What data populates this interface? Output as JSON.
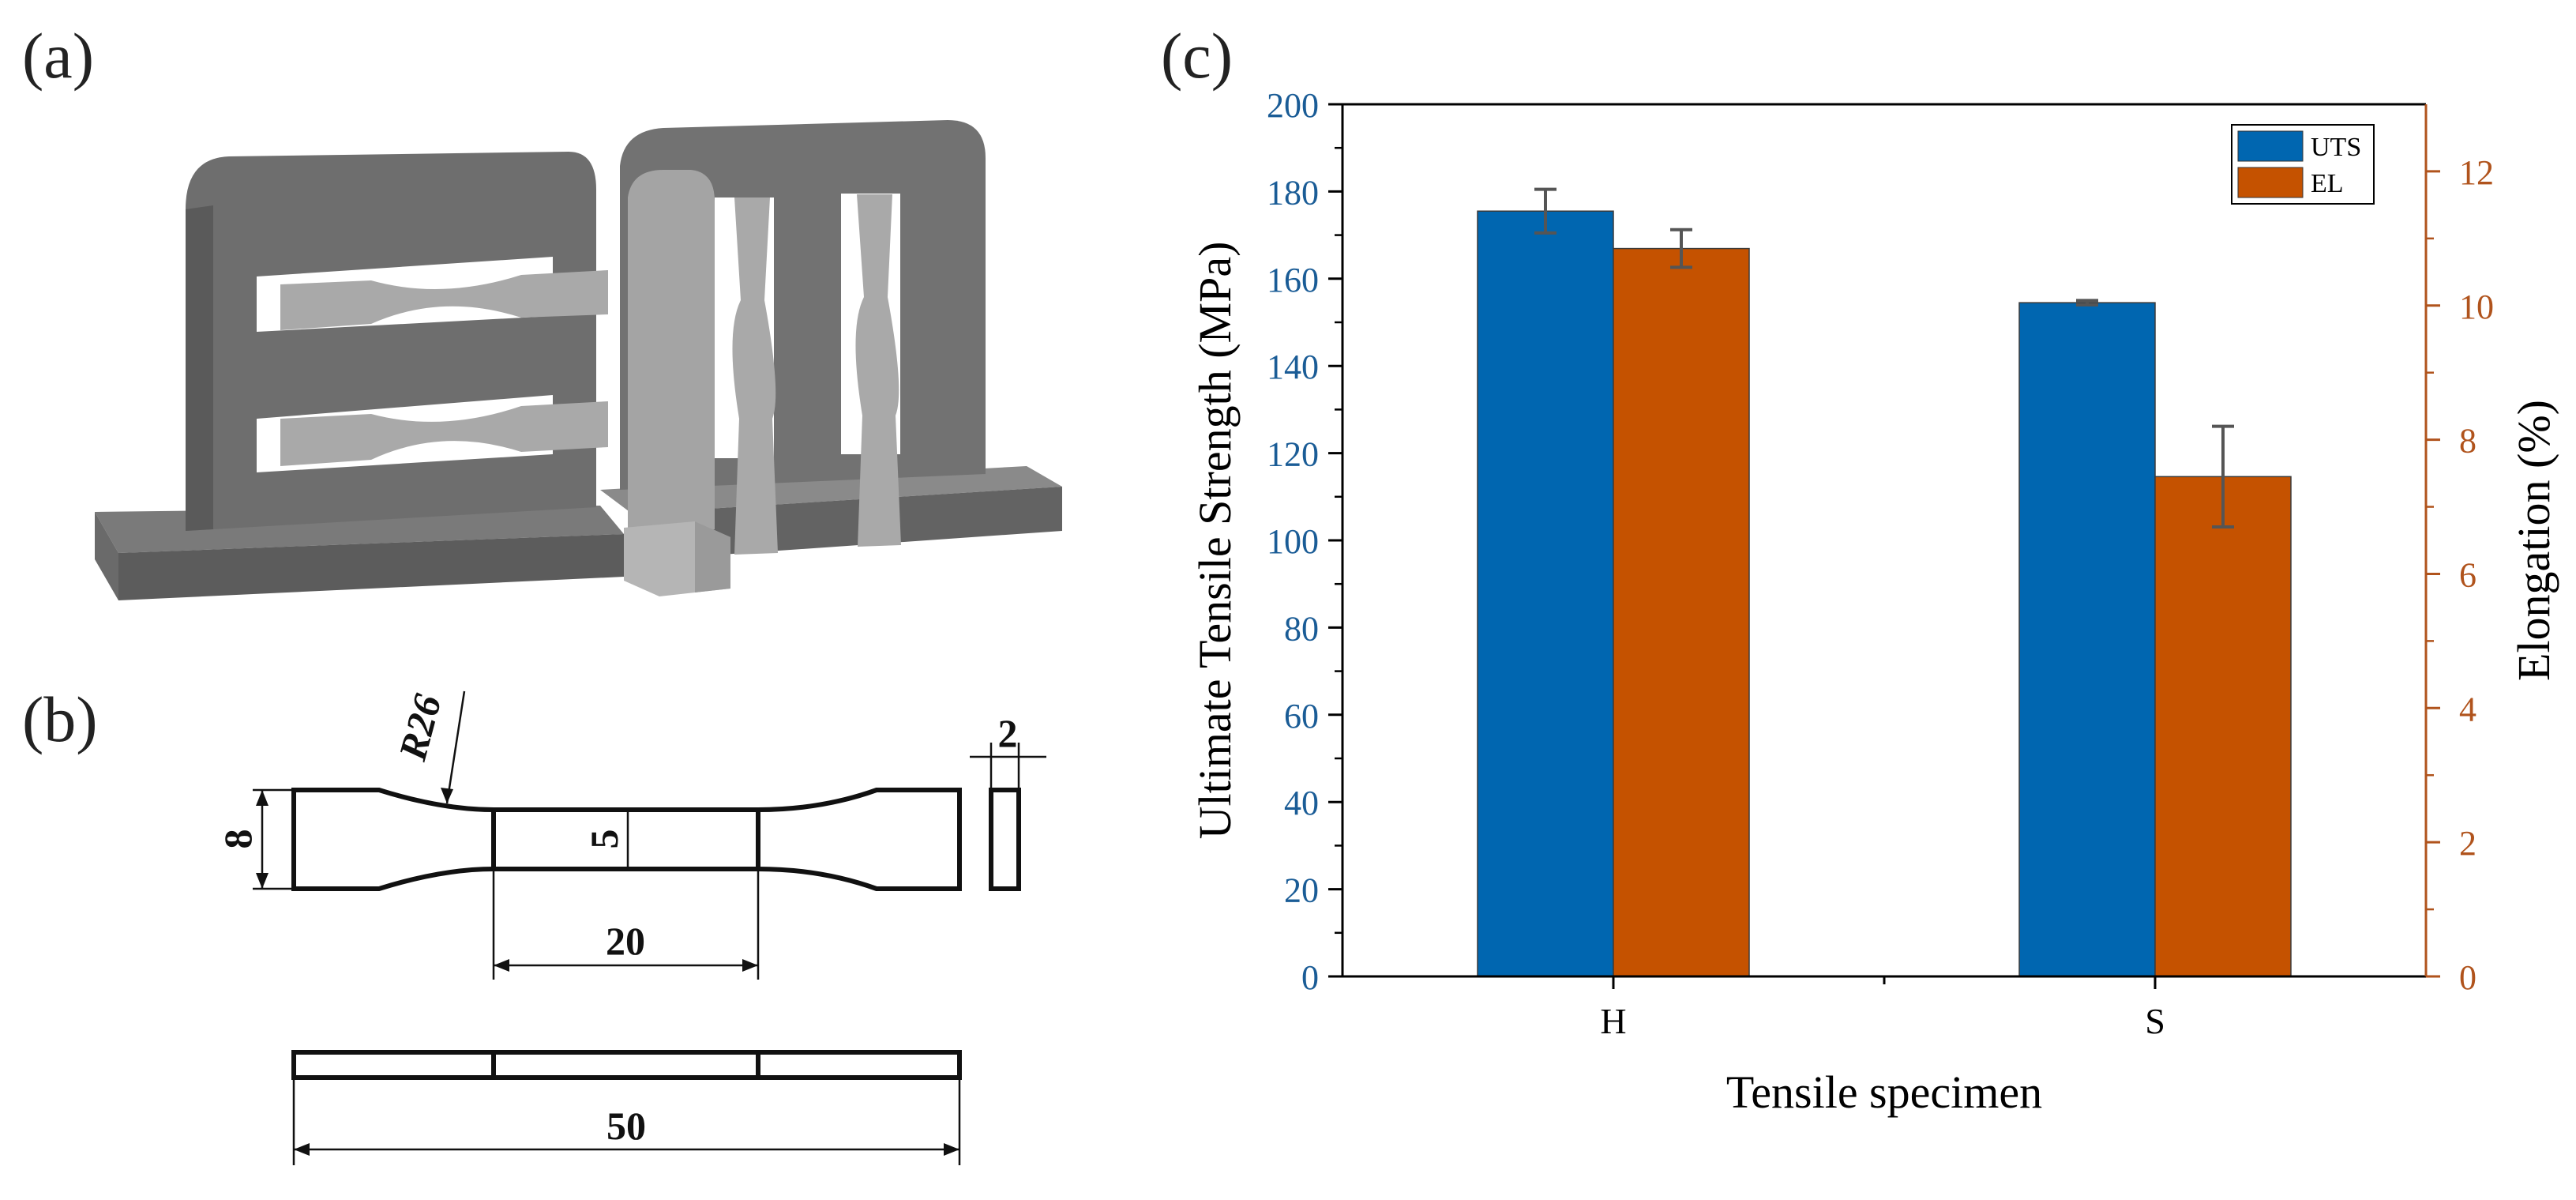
{
  "panels": {
    "a": {
      "label": "(a)"
    },
    "b": {
      "label": "(b)",
      "dimensions": {
        "radius": "R26",
        "thickness": "2",
        "width": "8",
        "gauge_width": "5",
        "gauge_length": "20",
        "total_length": "50"
      }
    },
    "c": {
      "label": "(c)"
    }
  },
  "colors": {
    "uts": "#0066b0",
    "el": "#c55200",
    "left_axis": "#1a5c96",
    "right_axis": "#b0531c",
    "error_bar": "#555555",
    "part_dark": "#6e6e6e",
    "part_light": "#a9a9a9"
  },
  "chart_data": {
    "type": "bar",
    "categories": [
      "H",
      "S"
    ],
    "xlabel": "Tensile specimen",
    "ylabel": "Ultimate Tensile Strength (MPa)",
    "y2label": "Elongation (%)",
    "ylim": [
      0,
      200
    ],
    "y2lim": [
      0,
      13
    ],
    "yticks": [
      0,
      20,
      40,
      60,
      80,
      100,
      120,
      140,
      160,
      180,
      200
    ],
    "y2ticks": [
      0,
      2,
      4,
      6,
      8,
      10,
      12
    ],
    "legend_position": "top-right",
    "series": [
      {
        "name": "UTS",
        "axis": "left",
        "values": [
          175.5,
          154.5
        ],
        "errors": [
          5,
          0.5
        ]
      },
      {
        "name": "EL",
        "axis": "right",
        "values": [
          10.85,
          7.45
        ],
        "errors": [
          0.28,
          0.75
        ]
      }
    ]
  }
}
